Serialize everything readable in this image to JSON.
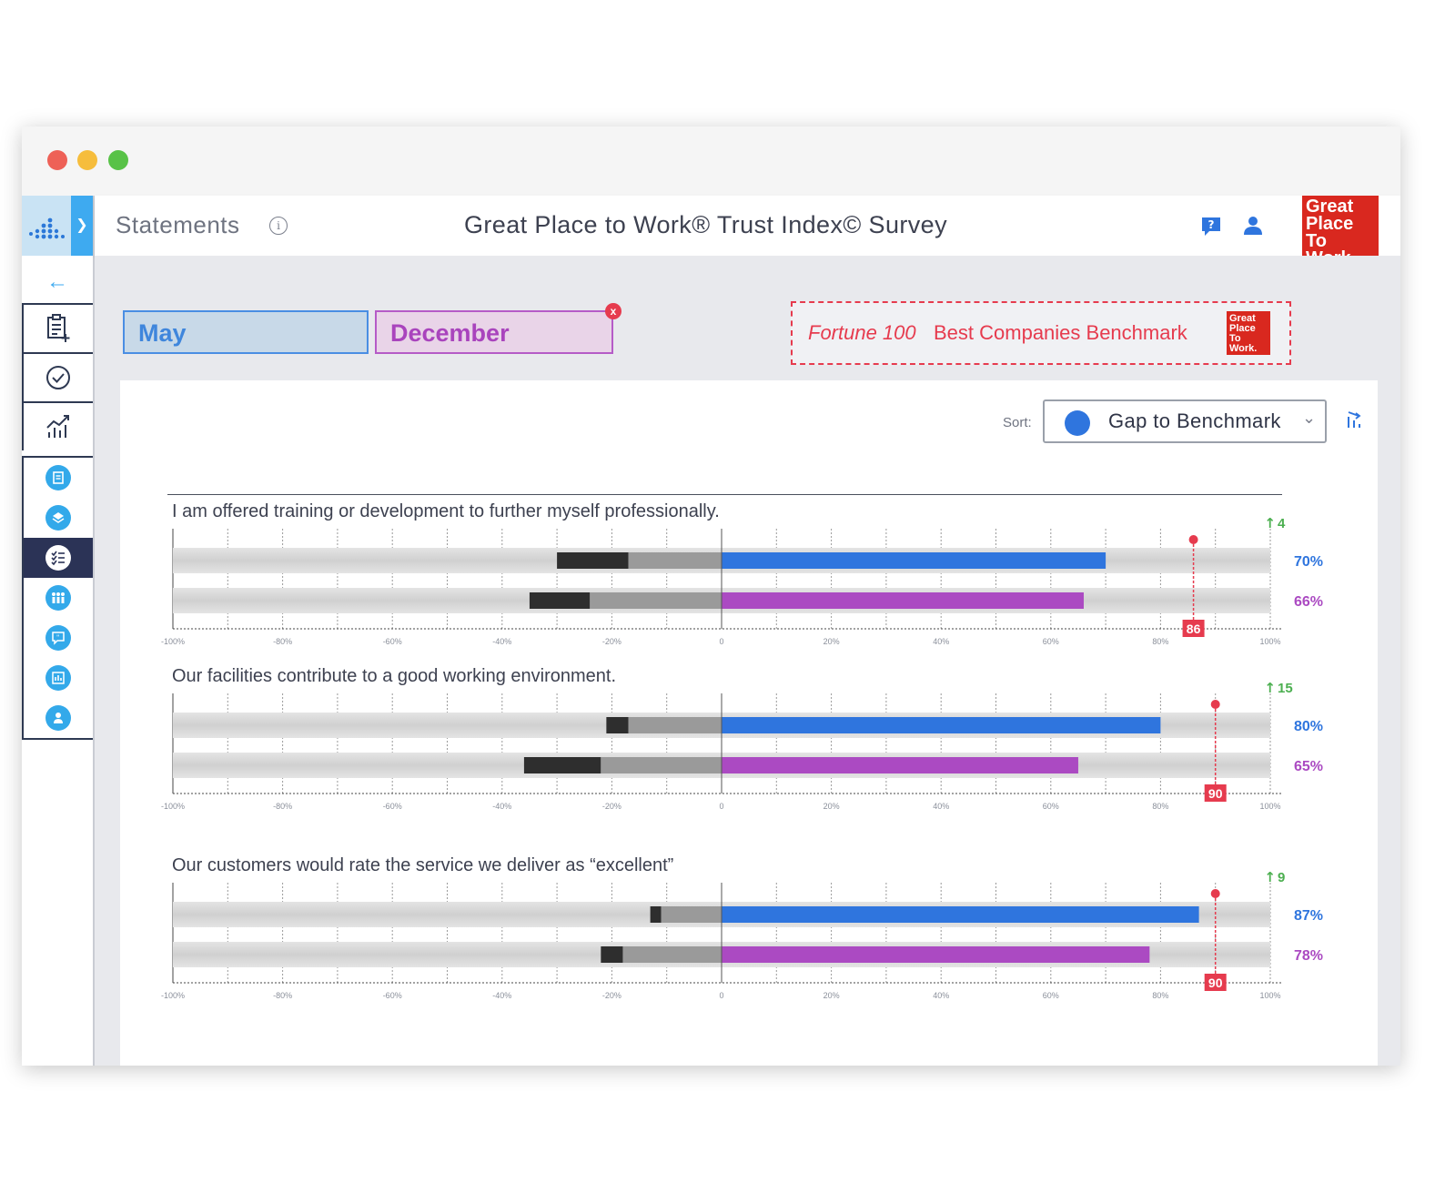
{
  "window": {
    "controls": [
      "close",
      "minimize",
      "maximize"
    ]
  },
  "header": {
    "title": "Statements",
    "info_icon": "info-icon",
    "survey_title": "Great Place to Work® Trust Index© Survey",
    "brand_logo_text": [
      "Great",
      "Place",
      "To",
      "Work."
    ]
  },
  "sidebar": {
    "tools": [
      "clipboard-add-icon",
      "check-circle-icon",
      "analytics-chart-icon"
    ],
    "items": [
      {
        "icon": "document-icon",
        "active": false
      },
      {
        "icon": "layers-icon",
        "active": false
      },
      {
        "icon": "checklist-icon",
        "active": true
      },
      {
        "icon": "people-group-icon",
        "active": false
      },
      {
        "icon": "comment-quote-icon",
        "active": false
      },
      {
        "icon": "report-icon",
        "active": false
      },
      {
        "icon": "user-key-icon",
        "active": false
      }
    ]
  },
  "filters": {
    "period_1": "May",
    "period_2": "December",
    "remove_label": "x",
    "benchmark_italic": "Fortune 100",
    "benchmark_text": "Best Companies Benchmark"
  },
  "sort": {
    "label": "Sort:",
    "value": "Gap to Benchmark"
  },
  "colors": {
    "may": "#2f75de",
    "december": "#ab4ac2",
    "benchmark": "#e63b4e",
    "change_up": "#4caf50"
  },
  "chart_data": {
    "type": "bar",
    "x_ticks": [
      "-100%",
      "-80%",
      "-60%",
      "-40%",
      "-20%",
      "0",
      "20%",
      "40%",
      "60%",
      "80%",
      "100%"
    ],
    "xlim": [
      -100,
      100
    ],
    "statements": [
      {
        "text": "I am offered training or development to further myself professionally.",
        "change": "4",
        "benchmark": 86,
        "benchmark_label": "86",
        "series": [
          {
            "period": "May",
            "positive": 70,
            "neutral": 17,
            "negative": 13,
            "label": "70%"
          },
          {
            "period": "December",
            "positive": 66,
            "neutral": 24,
            "negative": 11,
            "label": "66%"
          }
        ]
      },
      {
        "text": "Our facilities contribute to a good working environment.",
        "change": "15",
        "benchmark": 90,
        "benchmark_label": "90",
        "series": [
          {
            "period": "May",
            "positive": 80,
            "neutral": 17,
            "negative": 4,
            "label": "80%"
          },
          {
            "period": "December",
            "positive": 65,
            "neutral": 22,
            "negative": 14,
            "label": "65%"
          }
        ]
      },
      {
        "text": "Our customers would rate the service we deliver as “excellent”",
        "change": "9",
        "benchmark": 90,
        "benchmark_label": "90",
        "series": [
          {
            "period": "May",
            "positive": 87,
            "neutral": 11,
            "negative": 2,
            "label": "87%"
          },
          {
            "period": "December",
            "positive": 78,
            "neutral": 18,
            "negative": 4,
            "label": "78%"
          }
        ]
      }
    ]
  }
}
